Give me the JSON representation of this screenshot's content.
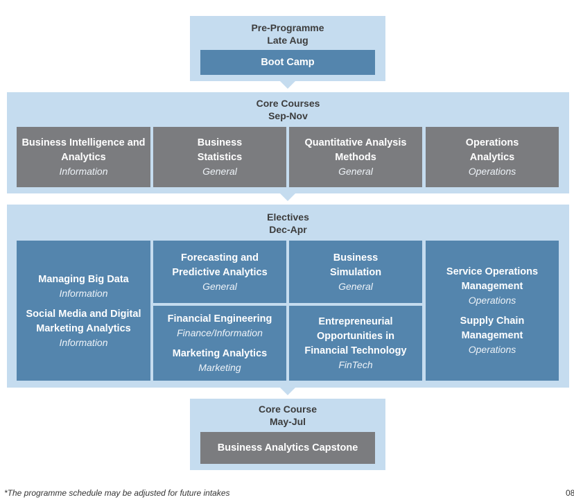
{
  "pre_programme": {
    "title": "Pre-Programme",
    "period": "Late Aug",
    "course": "Boot Camp"
  },
  "core_courses": {
    "title": "Core Courses",
    "period": "Sep-Nov",
    "courses": [
      {
        "name": "Business Intelligence and Analytics",
        "track": "Information"
      },
      {
        "name": "Business Statistics",
        "track": "General"
      },
      {
        "name": "Quantitative Analysis Methods",
        "track": "General"
      },
      {
        "name": "Operations Analytics",
        "track": "Operations"
      }
    ]
  },
  "electives": {
    "title": "Electives",
    "period": "Dec-Apr",
    "courses": [
      {
        "name": "Managing Big Data",
        "track": "Information"
      },
      {
        "name": "Social Media and Digital Marketing Analytics",
        "track": "Information"
      },
      {
        "name": "Forecasting and Predictive Analytics",
        "track": "General"
      },
      {
        "name": "Business Simulation",
        "track": "General"
      },
      {
        "name": "Service Operations Management",
        "track": "Operations"
      },
      {
        "name": "Supply Chain Management",
        "track": "Operations"
      },
      {
        "name": "Financial Engineering",
        "track": "Finance/Information"
      },
      {
        "name": "Marketing Analytics",
        "track": "Marketing"
      },
      {
        "name": "Entrepreneurial Opportunities in Financial Technology",
        "track": "FinTech"
      }
    ]
  },
  "capstone": {
    "title": "Core Course",
    "period": "May-Jul",
    "course": "Business Analytics Capstone"
  },
  "footnote": "*The programme schedule may be adjusted for future intakes",
  "page_number": "08",
  "colors": {
    "panel": "#c5dcef",
    "core_box": "#7b7c7f",
    "elective_box": "#5485ad",
    "pre_box": "#5485ad"
  }
}
